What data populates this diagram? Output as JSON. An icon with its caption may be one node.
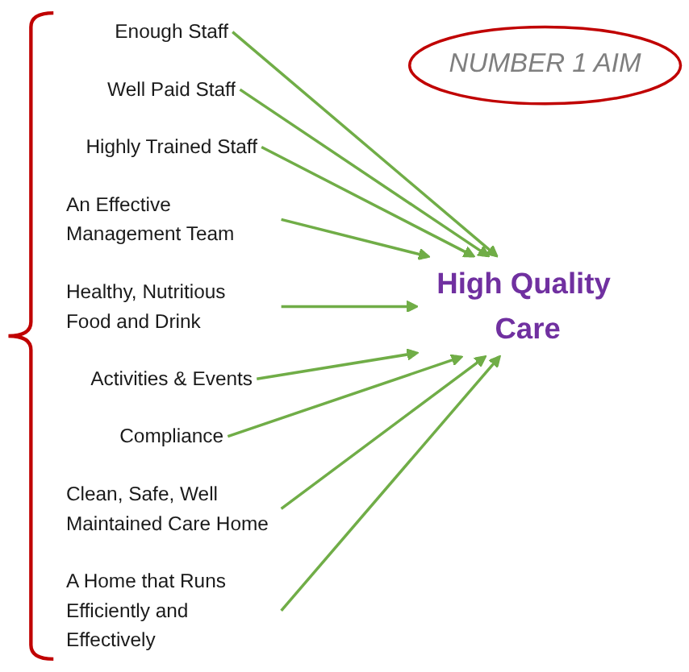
{
  "diagram": {
    "nodes": [
      {
        "text": [
          "Enough Staff"
        ]
      },
      {
        "text": [
          "Well Paid Staff"
        ]
      },
      {
        "text": [
          "Highly Trained Staff"
        ]
      },
      {
        "text": [
          "An Effective Management Team"
        ]
      },
      {
        "text": [
          "Healthy, Nutritious Food and Drink"
        ]
      },
      {
        "text": [
          "Activities & Events"
        ]
      },
      {
        "text": [
          "Compliance"
        ]
      },
      {
        "text": [
          "Clean, Safe, Well Maintained Care Home"
        ]
      },
      {
        "text": [
          "A Home that Runs Efficiently and Effectively"
        ]
      },
      {
        "text": [
          "NUMBER 1 AIM"
        ]
      },
      {
        "text": [
          "High Quality Care"
        ]
      }
    ],
    "edges": [
      {
        "from": 0,
        "to": 10,
        "arrow": "to"
      },
      {
        "from": 1,
        "to": 10,
        "arrow": "to"
      },
      {
        "from": 2,
        "to": 10,
        "arrow": "to"
      },
      {
        "from": 3,
        "to": 10,
        "arrow": "to"
      },
      {
        "from": 4,
        "to": 10,
        "arrow": "to"
      },
      {
        "from": 5,
        "to": 10,
        "arrow": "to"
      },
      {
        "from": 6,
        "to": 10,
        "arrow": "to"
      },
      {
        "from": 7,
        "to": 10,
        "arrow": "to"
      },
      {
        "from": 8,
        "to": 10,
        "arrow": "to"
      }
    ]
  }
}
